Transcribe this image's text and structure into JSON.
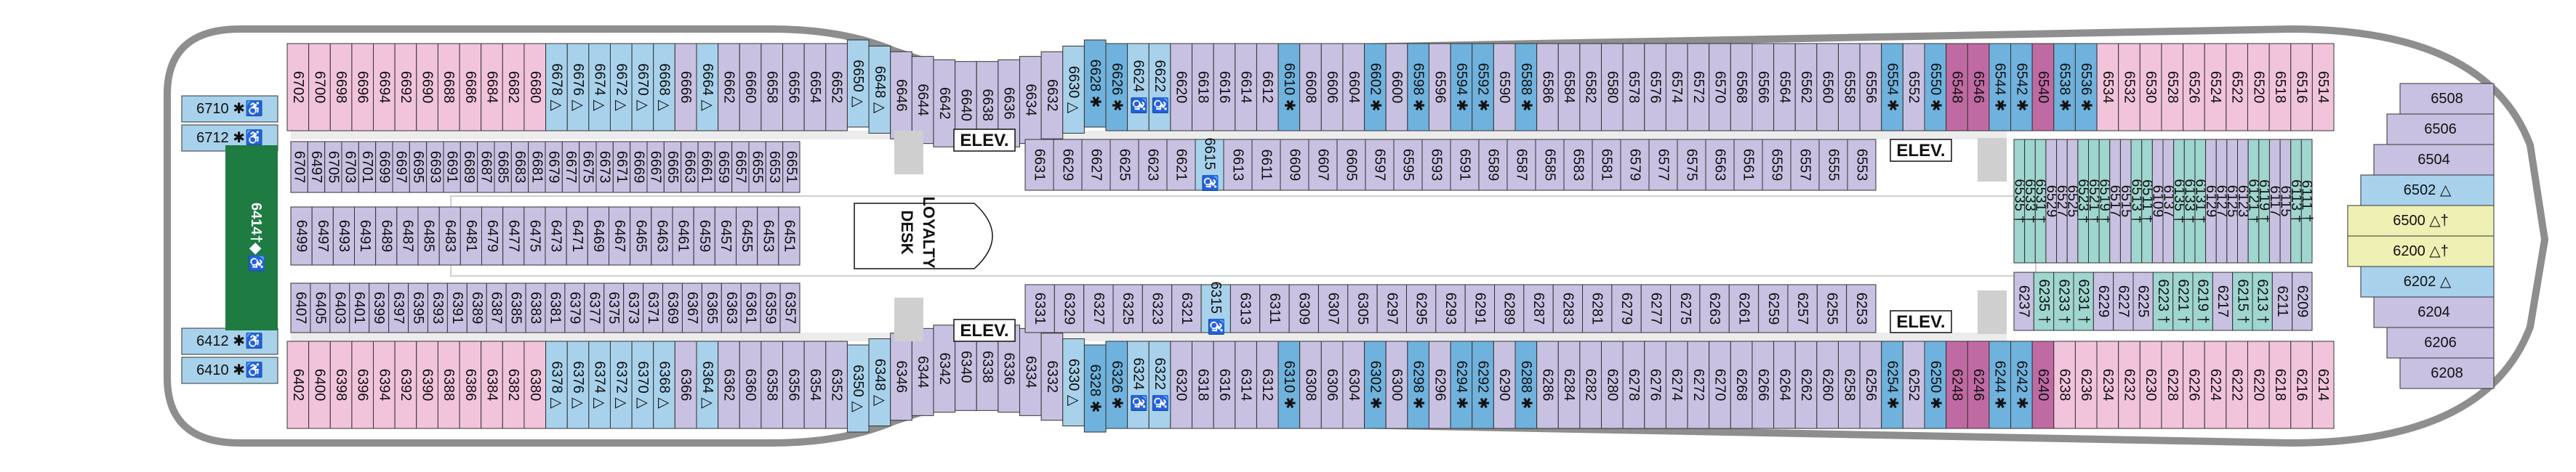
{
  "deck": {
    "labels": {
      "elevator": "ELEV.",
      "loyalty_desk": [
        "LOYALTY",
        "DESK"
      ],
      "suite_center": "6414†◆♿"
    },
    "colors": {
      "hull_outline": "#8e8e8e",
      "deck_floor": "#ffffff",
      "corridor": "#ffffff",
      "pink_cabin": "#f2c4dc",
      "pink_dark_cabin": "#e6a2c6",
      "lavender_cabin": "#c9c1e2",
      "blue_cabin": "#6fb2dd",
      "light_blue_cabin": "#a8d2ec",
      "teal_cabin": "#9fd6cf",
      "suite_green": "#1e7b42",
      "yellow_cabin": "#eef0b4",
      "magenta_cabin": "#c06aa3",
      "stair_grey": "#cfcfcf"
    },
    "top_outer_row": [
      "6702",
      "6700",
      "6698",
      "6696",
      "6694",
      "6692",
      "6690",
      "6688",
      "6686",
      "6684",
      "6682",
      "6680",
      "6678 △",
      "6676 △",
      "6674 △",
      "6672 △",
      "6670 △",
      "6668 △",
      "6666",
      "6664 △",
      "6662",
      "6660",
      "6658",
      "6656",
      "6654",
      "6652",
      "6650 △",
      "6648 △",
      "6646",
      "6644",
      "6642",
      "6640",
      "6638",
      "6636",
      "6634",
      "6632",
      "6630 △",
      "6628 ✱",
      "6626 ✱",
      "6624 ♿",
      "6622 ♿",
      "6620",
      "6618",
      "6616",
      "6614",
      "6612",
      "6610 ✱",
      "6608",
      "6606",
      "6604",
      "6602 ✱",
      "6600",
      "6598 ✱",
      "6596",
      "6594 ✱",
      "6592 ✱",
      "6590",
      "6588 ✱",
      "6586",
      "6584",
      "6582",
      "6580",
      "6578",
      "6576",
      "6574",
      "6572",
      "6570",
      "6568",
      "6566",
      "6564",
      "6562",
      "6560",
      "6558",
      "6556",
      "6554 ✱",
      "6552",
      "6550 ✱",
      "6548",
      "6546",
      "6544 ✱",
      "6542 ✱",
      "6540",
      "6538 ✱",
      "6536 ✱",
      "6534",
      "6532",
      "6530",
      "6528",
      "6526",
      "6524",
      "6522",
      "6520",
      "6518",
      "6516",
      "6514"
    ],
    "bottom_outer_row": [
      "6402",
      "6400",
      "6398",
      "6396",
      "6394",
      "6392",
      "6390",
      "6388",
      "6386",
      "6384",
      "6382",
      "6380",
      "6378 △",
      "6376 △",
      "6374 △",
      "6372 △",
      "6370 △",
      "6368 △",
      "6366",
      "6364 △",
      "6362",
      "6360",
      "6358",
      "6356",
      "6354",
      "6352",
      "6350 △",
      "6348 △",
      "6346",
      "6344",
      "6342",
      "6340",
      "6338",
      "6336",
      "6334",
      "6332",
      "6330 △",
      "6328 ✱",
      "6326 ✱",
      "6324 ♿",
      "6322 ♿",
      "6320",
      "6318",
      "6316",
      "6314",
      "6312",
      "6310 ✱",
      "6308",
      "6306",
      "6304",
      "6302 ✱",
      "6300",
      "6298 ✱",
      "6296",
      "6294 ✱",
      "6292 ✱",
      "6290",
      "6288 ✱",
      "6286",
      "6284",
      "6282",
      "6280",
      "6278",
      "6276",
      "6274",
      "6272",
      "6270",
      "6268",
      "6266",
      "6264",
      "6262",
      "6260",
      "6258",
      "6256",
      "6254 ✱",
      "6252",
      "6250 ✱",
      "6248",
      "6246",
      "6244 ✱",
      "6242 ✱",
      "6240",
      "6238",
      "6236",
      "6234",
      "6232",
      "6230",
      "6228",
      "6226",
      "6224",
      "6222",
      "6220",
      "6218",
      "6216",
      "6214"
    ],
    "top_inner_aft": [
      [
        "6707",
        "6497"
      ],
      [
        "6705",
        "6703"
      ],
      [
        "6701",
        "6699"
      ],
      [
        "6697",
        "6695"
      ],
      [
        "6693",
        "6691"
      ],
      [
        "6689",
        "6687"
      ],
      [
        "6685",
        "6683"
      ],
      [
        "6681",
        "6679"
      ],
      [
        "6677",
        "6675"
      ],
      [
        "6673",
        "6671"
      ],
      [
        "6669",
        "6667"
      ],
      [
        "6665",
        "6663"
      ],
      [
        "6661",
        "6659"
      ],
      [
        "6657",
        "6655"
      ],
      [
        "6653",
        "6651"
      ]
    ],
    "top_inner_aft_lower": [
      [
        "6499",
        "6497"
      ],
      [
        "6493",
        "6491"
      ],
      [
        "6489",
        "6487"
      ],
      [
        "6485",
        "6483"
      ],
      [
        "6481",
        "6479"
      ],
      [
        "6477",
        "6475"
      ],
      [
        "6473",
        "6471"
      ],
      [
        "6469",
        "6467"
      ],
      [
        "6465",
        "6463"
      ],
      [
        "6461",
        "6459"
      ],
      [
        "6457",
        "6455"
      ],
      [
        "6453",
        "6451"
      ]
    ],
    "top_inner_mid": [
      [
        "6631"
      ],
      [
        "6629",
        "6627"
      ],
      [
        "6625",
        "6623"
      ],
      [
        "6621"
      ],
      [
        "6615 ♿"
      ],
      [
        "6613",
        "6611"
      ],
      [
        "6609",
        "6607"
      ],
      [
        "6605"
      ],
      [
        "6597",
        "6595"
      ],
      [
        "6593",
        "6591"
      ],
      [
        "6589",
        "6587"
      ],
      [
        "6585"
      ],
      [
        "6583",
        "6581"
      ],
      [
        "6579",
        "6577"
      ],
      [
        "6575"
      ],
      [
        "6563"
      ],
      [
        "6561",
        "6559"
      ],
      [
        "6557",
        "6555"
      ],
      [
        "6553"
      ]
    ],
    "bottom_inner_mid": [
      [
        "6331"
      ],
      [
        "6329",
        "6327"
      ],
      [
        "6325",
        "6323"
      ],
      [
        "6321"
      ],
      [
        "6315 ♿"
      ],
      [
        "6313",
        "6311"
      ],
      [
        "6309",
        "6307"
      ],
      [
        "6305"
      ],
      [
        "6297",
        "6295"
      ],
      [
        "6293",
        "6291"
      ],
      [
        "6289",
        "6287"
      ],
      [
        "6283",
        "6281"
      ],
      [
        "6279",
        "6277"
      ],
      [
        "6275"
      ],
      [
        "6263"
      ],
      [
        "6261",
        "6259"
      ],
      [
        "6257",
        "6255"
      ],
      [
        "6253"
      ]
    ],
    "bottom_inner_aft": [
      [
        "6407",
        "6405"
      ],
      [
        "6403",
        "6401"
      ],
      [
        "6399",
        "6397"
      ],
      [
        "6395",
        "6393"
      ],
      [
        "6391",
        "6389"
      ],
      [
        "6387",
        "6385"
      ],
      [
        "6383",
        "6381"
      ],
      [
        "6379",
        "6377"
      ],
      [
        "6375",
        "6373"
      ],
      [
        "6371",
        "6369"
      ],
      [
        "6367",
        "6365"
      ],
      [
        "6363",
        "6361"
      ],
      [
        "6359",
        "6357"
      ]
    ],
    "fwd_inner_top": [
      [
        "6535 †",
        "6533 †"
      ],
      [
        "6531 †",
        "6529"
      ],
      [
        "6527",
        "6525"
      ],
      [
        "6523 †",
        "6521 †"
      ],
      [
        "6519 †",
        "6517"
      ],
      [
        "6515",
        "6513 †"
      ],
      [
        "6511 †",
        "6109"
      ],
      [
        "6137",
        "6135 †"
      ],
      [
        "6133 †",
        "6131 †"
      ],
      [
        "6129",
        "6127"
      ],
      [
        "6125",
        "6123"
      ],
      [
        "6121 †",
        "6119 †"
      ],
      [
        "6117",
        "6115"
      ],
      [
        "6113 †",
        "6111 †"
      ]
    ],
    "fwd_inner_bottom": [
      [
        "6237",
        "6235 †"
      ],
      [
        "6233 †",
        "6231 †"
      ],
      [
        "6229",
        "6227"
      ],
      [
        "6225",
        "6223 †"
      ],
      [
        "6221 †",
        "6219 †"
      ],
      [
        "6217",
        "6215 †"
      ],
      [
        "6213 †",
        "6211"
      ],
      [
        "6209"
      ]
    ],
    "bow": [
      "6508",
      "6506",
      "6504",
      "6502 △",
      "6500 △†",
      "6200 △†",
      "6202 △",
      "6204",
      "6206",
      "6208"
    ],
    "stern": [
      "6710 ✱♿",
      "6712 ✱♿",
      "6412 ✱♿",
      "6410 ✱♿"
    ]
  }
}
